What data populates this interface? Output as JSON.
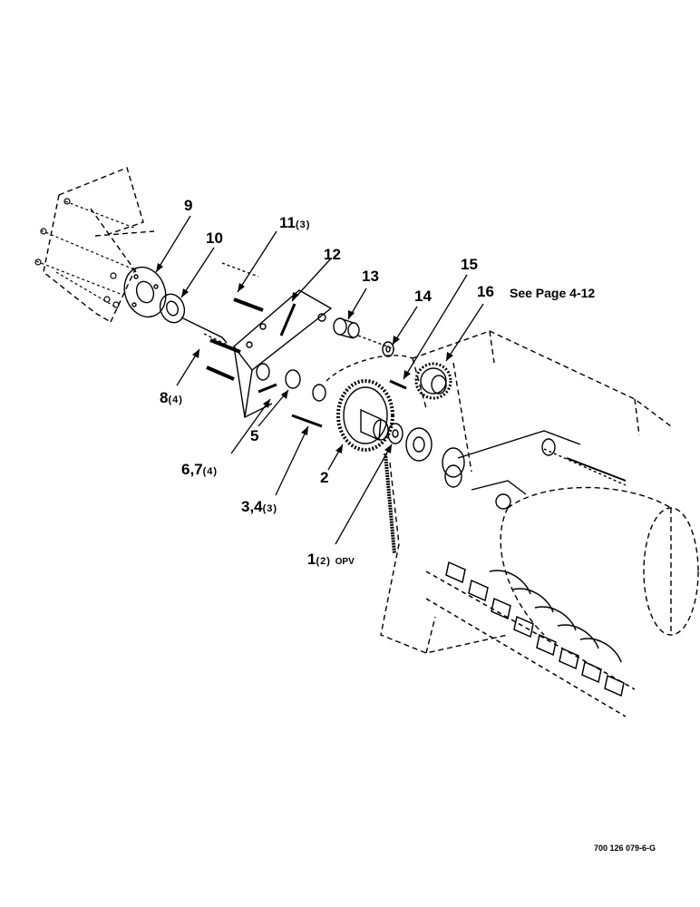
{
  "callouts": [
    {
      "id": "c9",
      "number": "9",
      "qty": ""
    },
    {
      "id": "c10",
      "number": "10",
      "qty": ""
    },
    {
      "id": "c11",
      "number": "11",
      "qty": "(3)"
    },
    {
      "id": "c12",
      "number": "12",
      "qty": ""
    },
    {
      "id": "c13",
      "number": "13",
      "qty": ""
    },
    {
      "id": "c14",
      "number": "14",
      "qty": ""
    },
    {
      "id": "c15",
      "number": "15",
      "qty": ""
    },
    {
      "id": "c16",
      "number": "16",
      "qty": ""
    },
    {
      "id": "c8",
      "number": "8",
      "qty": "(4)"
    },
    {
      "id": "c5",
      "number": "5",
      "qty": ""
    },
    {
      "id": "c2",
      "number": "2",
      "qty": ""
    },
    {
      "id": "c67",
      "number": "6,7",
      "qty": "(4)"
    },
    {
      "id": "c34",
      "number": "3,4",
      "qty": "(3)"
    },
    {
      "id": "c1",
      "number": "1",
      "qty": "(2)",
      "note": "OPV"
    }
  ],
  "page_reference": "See Page 4-12",
  "drawing_code": "700 126 079-6-G"
}
